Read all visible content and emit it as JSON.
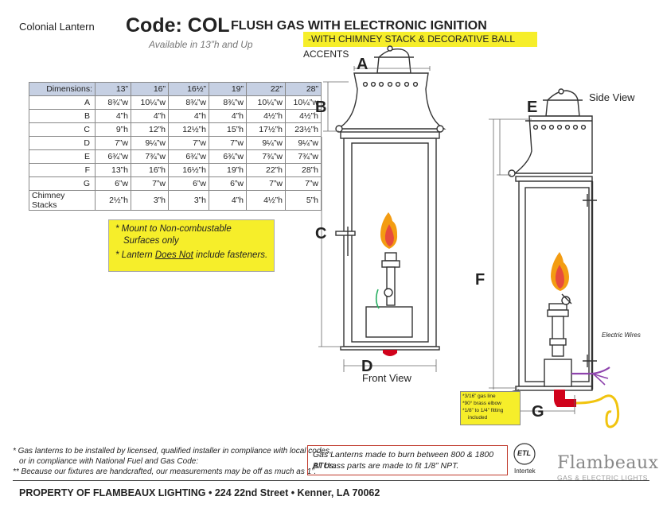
{
  "header": {
    "model_name": "Colonial Lantern",
    "code": "Code: COL",
    "title": "FLUSH GAS WITH ELECTRONIC IGNITION",
    "chimney_note": "-WITH CHIMNEY STACK & DECORATIVE BALL ACCENTS",
    "availability": "Available in 13”h and Up"
  },
  "dimensions_table": {
    "corner_label": "Dimensions:",
    "sizes": [
      "13”",
      "16”",
      "16½”",
      "19”",
      "22”",
      "28”"
    ],
    "rows": [
      {
        "label": "A",
        "values": [
          "8¾”w",
          "10¼”w",
          "8¾”w",
          "8¾”w",
          "10¼”w",
          "10¼”w"
        ]
      },
      {
        "label": "B",
        "values": [
          "4”h",
          "4”h",
          "4”h",
          "4”h",
          "4½”h",
          "4½”h"
        ]
      },
      {
        "label": "C",
        "values": [
          "9”h",
          "12”h",
          "12½”h",
          "15”h",
          "17½”h",
          "23½”h"
        ]
      },
      {
        "label": "D",
        "values": [
          "7”w",
          "9¼”w",
          "7”w",
          "7”w",
          "9¼”w",
          "9¼”w"
        ]
      },
      {
        "label": "E",
        "values": [
          "6¾”w",
          "7¾”w",
          "6¾”w",
          "6¾”w",
          "7¾”w",
          "7¾”w"
        ]
      },
      {
        "label": "F",
        "values": [
          "13”h",
          "16”h",
          "16½”h",
          "19”h",
          "22”h",
          "28”h"
        ]
      },
      {
        "label": "G",
        "values": [
          "6”w",
          "7”w",
          "6”w",
          "6”w",
          "7”w",
          "7”w"
        ]
      },
      {
        "label": "Chimney Stacks",
        "values": [
          "2½”h",
          "3”h",
          "3”h",
          "4”h",
          "4½”h",
          "5”h"
        ]
      }
    ]
  },
  "mount_note": {
    "line1": "*  Mount to Non-combustable",
    "line2": "Surfaces only",
    "line3_prefix": "*  Lantern ",
    "line3_underlined": "Does Not",
    "line3_suffix": " include fasteners."
  },
  "diagram": {
    "labels": {
      "a": "A",
      "b": "B",
      "c": "C",
      "d": "D",
      "e": "E",
      "f": "F",
      "g": "G"
    },
    "front_view": "Front View",
    "side_view": "Side View",
    "electric_wires": "Electric Wires",
    "fitting_note": {
      "line1": "*3/16” gas line",
      "line2": "*90° brass elbow",
      "line3": "*1/8” to 1/4” fitting",
      "line4": "included"
    }
  },
  "footer": {
    "install_note_1": "* Gas lanterns to be installed by licensed, qualified installer in compliance with local codes,",
    "install_note_2": "or in compliance with National Fuel and Gas Code:",
    "handcrafted_note": "** Because our fixtures are handcrafted, our measurements may be off as much as 1”.",
    "gas_note_1": "Gas Lanterns made to burn between 800 & 1800 BTUs.",
    "gas_note_2": "All brass parts are made to fit 1/8” NPT.",
    "property": "PROPERTY OF FLAMBEAUX LIGHTING • 224 22nd Street • Kenner, LA 70062",
    "brand_name": "Flambeaux",
    "brand_tagline": "GAS & ELECTRIC LIGHTS",
    "cert_mark": "Intertek",
    "cert_logo": "ETL"
  },
  "colors": {
    "highlight": "#f6ee2a",
    "table_header": "#c6d0e3",
    "flame_outer": "#f39c12",
    "flame_inner": "#e74c3c",
    "gas_elbow": "#d0021b",
    "wire_purple": "#8e44ad",
    "wire_yellow": "#f1c40f",
    "wire_green": "#27ae60"
  }
}
